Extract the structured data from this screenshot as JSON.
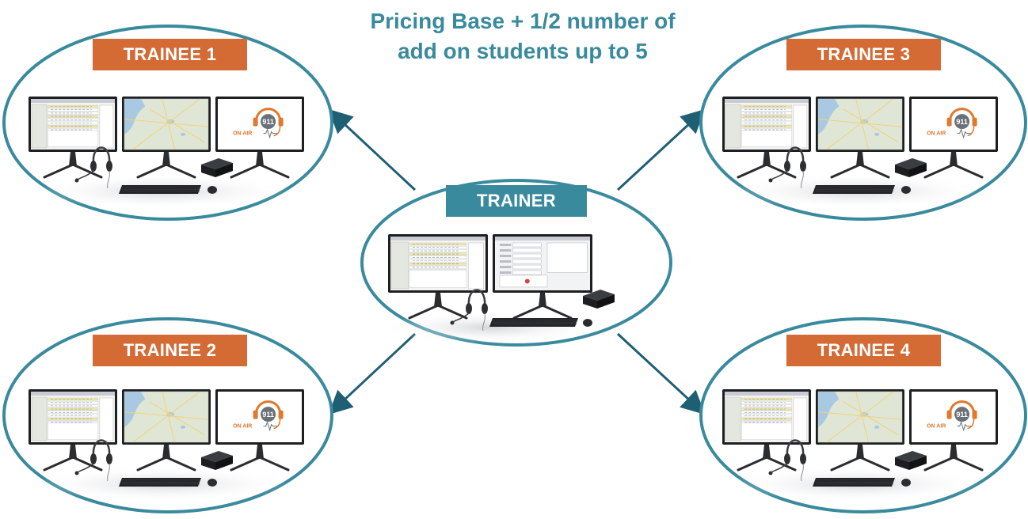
{
  "title": {
    "line1": "Pricing Base + 1/2 number of",
    "line2": "add on students up to 5"
  },
  "nodes": {
    "trainer": {
      "label": "TRAINER"
    },
    "trainee1": {
      "label": "TRAINEE 1",
      "screen_logo": "911",
      "screen_text": "ON AIR"
    },
    "trainee2": {
      "label": "TRAINEE 2",
      "screen_logo": "911",
      "screen_text": "ON AIR"
    },
    "trainee3": {
      "label": "TRAINEE 3",
      "screen_logo": "911",
      "screen_text": "ON AIR"
    },
    "trainee4": {
      "label": "TRAINEE 4",
      "screen_logo": "911",
      "screen_text": "ON AIR"
    }
  },
  "colors": {
    "ellipse_stroke": "#3a8a9e",
    "arrow": "#1f5f74",
    "trainee_label_bg": "#d46a34",
    "trainer_label_bg": "#3a8a9e",
    "title": "#3a8a9e",
    "logo_orange": "#e0782d",
    "logo_gray": "#6b7178"
  },
  "icons": [
    "monitor-icon",
    "map-icon",
    "headset-icon",
    "keyboard-icon",
    "mouse-icon",
    "pc-box-icon",
    "911-on-air-logo"
  ]
}
